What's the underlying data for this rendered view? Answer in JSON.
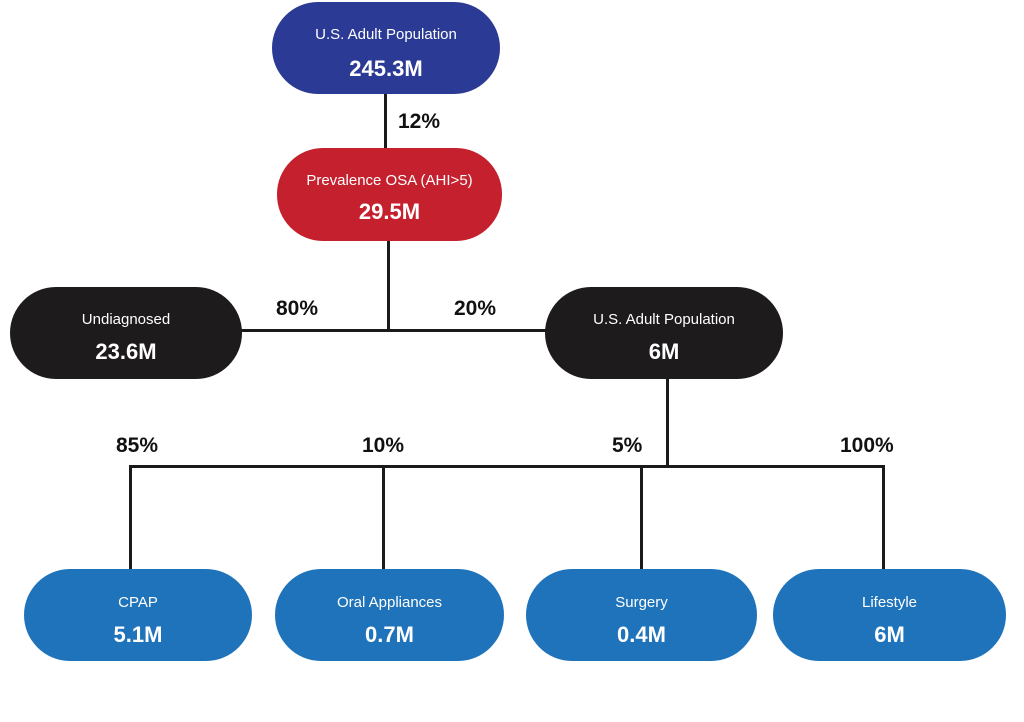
{
  "colors": {
    "root": "#2b3a94",
    "prevalence": "#c4202e",
    "dark": "#1d1b1b",
    "treatment": "#1f73ba",
    "connector": "#1a1a1a"
  },
  "nodes": {
    "root": {
      "label": "U.S. Adult Population",
      "value": "245.3M"
    },
    "prevalence": {
      "label": "Prevalence OSA (AHI>5)",
      "value": "29.5M"
    },
    "undiagnosed": {
      "label": "Undiagnosed",
      "value": "23.6M"
    },
    "diagnosed": {
      "label": "U.S. Adult Population",
      "value": "6M"
    },
    "cpap": {
      "label": "CPAP",
      "value": "5.1M"
    },
    "oral": {
      "label": "Oral Appliances",
      "value": "0.7M"
    },
    "surgery": {
      "label": "Surgery",
      "value": "0.4M"
    },
    "lifestyle": {
      "label": "Lifestyle",
      "value": "6M"
    }
  },
  "percentages": {
    "root_to_prevalence": "12%",
    "undiagnosed": "80%",
    "diagnosed": "20%",
    "cpap": "85%",
    "oral": "10%",
    "surgery": "5%",
    "lifestyle": "100%"
  }
}
